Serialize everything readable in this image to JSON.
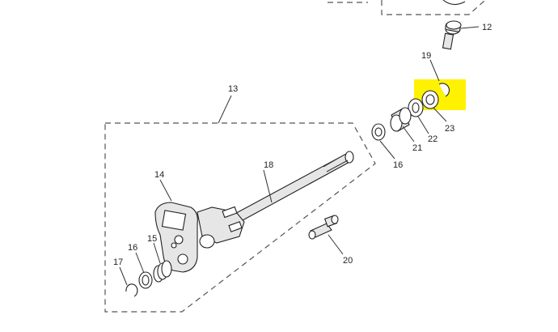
{
  "diagram": {
    "highlight_color": "#fff200",
    "callouts": [
      {
        "id": "c12",
        "label": "12"
      },
      {
        "id": "c13",
        "label": "13"
      },
      {
        "id": "c14",
        "label": "14"
      },
      {
        "id": "c15",
        "label": "15"
      },
      {
        "id": "c16a",
        "label": "16"
      },
      {
        "id": "c16b",
        "label": "16"
      },
      {
        "id": "c17",
        "label": "17"
      },
      {
        "id": "c18",
        "label": "18"
      },
      {
        "id": "c19",
        "label": "19"
      },
      {
        "id": "c20",
        "label": "20"
      },
      {
        "id": "c21",
        "label": "21"
      },
      {
        "id": "c22",
        "label": "22"
      },
      {
        "id": "c23",
        "label": "23"
      }
    ]
  }
}
